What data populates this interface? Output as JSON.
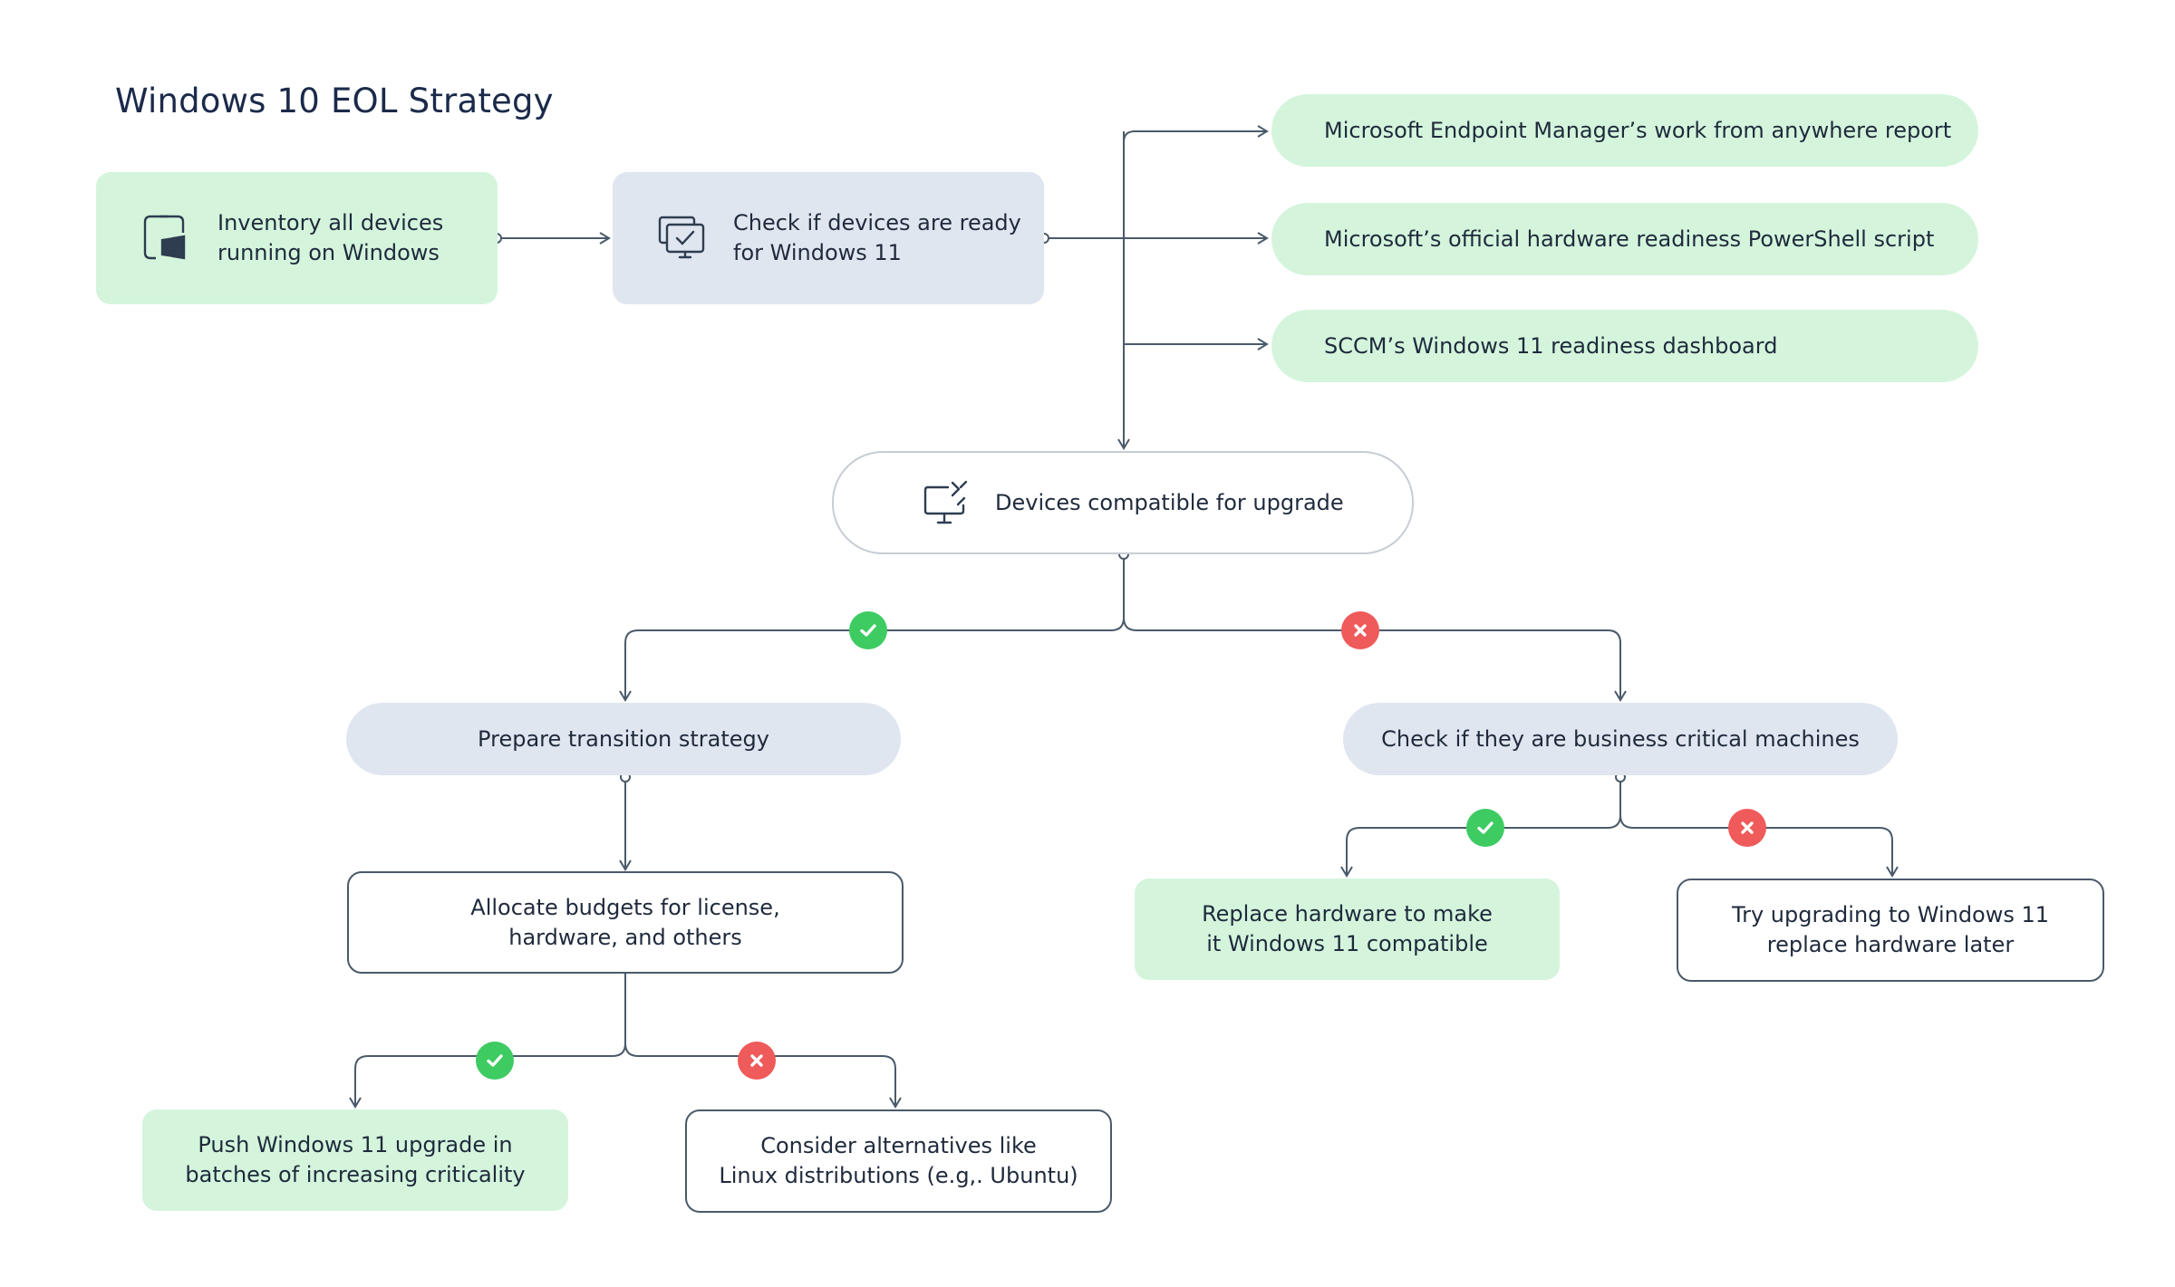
{
  "title": "Windows 10 EOL Strategy",
  "nodes": {
    "inventory": "Inventory all devices\nrunning on Windows",
    "check_ready": "Check if devices are ready\nfor Windows 11",
    "mem_report": "Microsoft Endpoint Manager’s work from anywhere report",
    "powershell": "Microsoft’s official hardware readiness PowerShell script",
    "sccm": "SCCM’s Windows 11 readiness dashboard",
    "compatible": "Devices compatible for upgrade",
    "prepare": "Prepare transition strategy",
    "business_critical": "Check if they are business critical machines",
    "allocate": "Allocate budgets for license,\nhardware, and others",
    "replace_hw": "Replace hardware to make\nit Windows 11 compatible",
    "try_upgrade": "Try upgrading to Windows 11\nreplace hardware later",
    "push_upgrade": "Push Windows 11 upgrade in\nbatches of increasing criticality",
    "alternatives": "Consider alternatives like\nLinux distributions (e.g,. Ubuntu)"
  },
  "icons": {
    "inventory": "windows-device-icon",
    "check_ready": "monitor-check-icon",
    "compatible": "monitor-code-icon",
    "yes_badge": "check-icon",
    "no_badge": "close-icon"
  },
  "colors": {
    "green_node": "#d4f5dc",
    "grey_node": "#e0e6ef",
    "line": "#4a5a6a",
    "yes": "#3ecb62",
    "no": "#ef5a5a"
  }
}
